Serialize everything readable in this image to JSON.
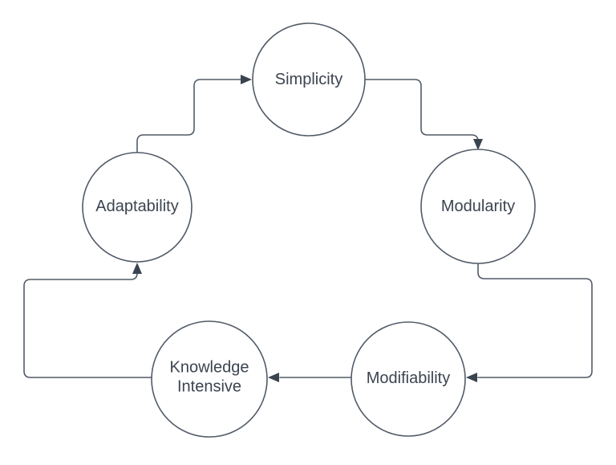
{
  "diagram": {
    "type": "cycle-flowchart",
    "background_color": "#ffffff",
    "node_fill_color": "#ffffff",
    "stroke_color": "#515b67",
    "arrow_color": "#3a4350",
    "text_color": "#3c4450",
    "nodes": [
      {
        "id": "simplicity",
        "label": "Simplicity"
      },
      {
        "id": "modularity",
        "label": "Modularity"
      },
      {
        "id": "modifiability",
        "label": "Modifiability"
      },
      {
        "id": "knowledge-intensive",
        "label": "Knowledge Intensive"
      },
      {
        "id": "adaptability",
        "label": "Adaptability"
      }
    ],
    "edges": [
      {
        "from": "adaptability",
        "to": "simplicity"
      },
      {
        "from": "simplicity",
        "to": "modularity"
      },
      {
        "from": "modularity",
        "to": "modifiability"
      },
      {
        "from": "modifiability",
        "to": "knowledge-intensive"
      },
      {
        "from": "knowledge-intensive",
        "to": "adaptability"
      }
    ]
  }
}
